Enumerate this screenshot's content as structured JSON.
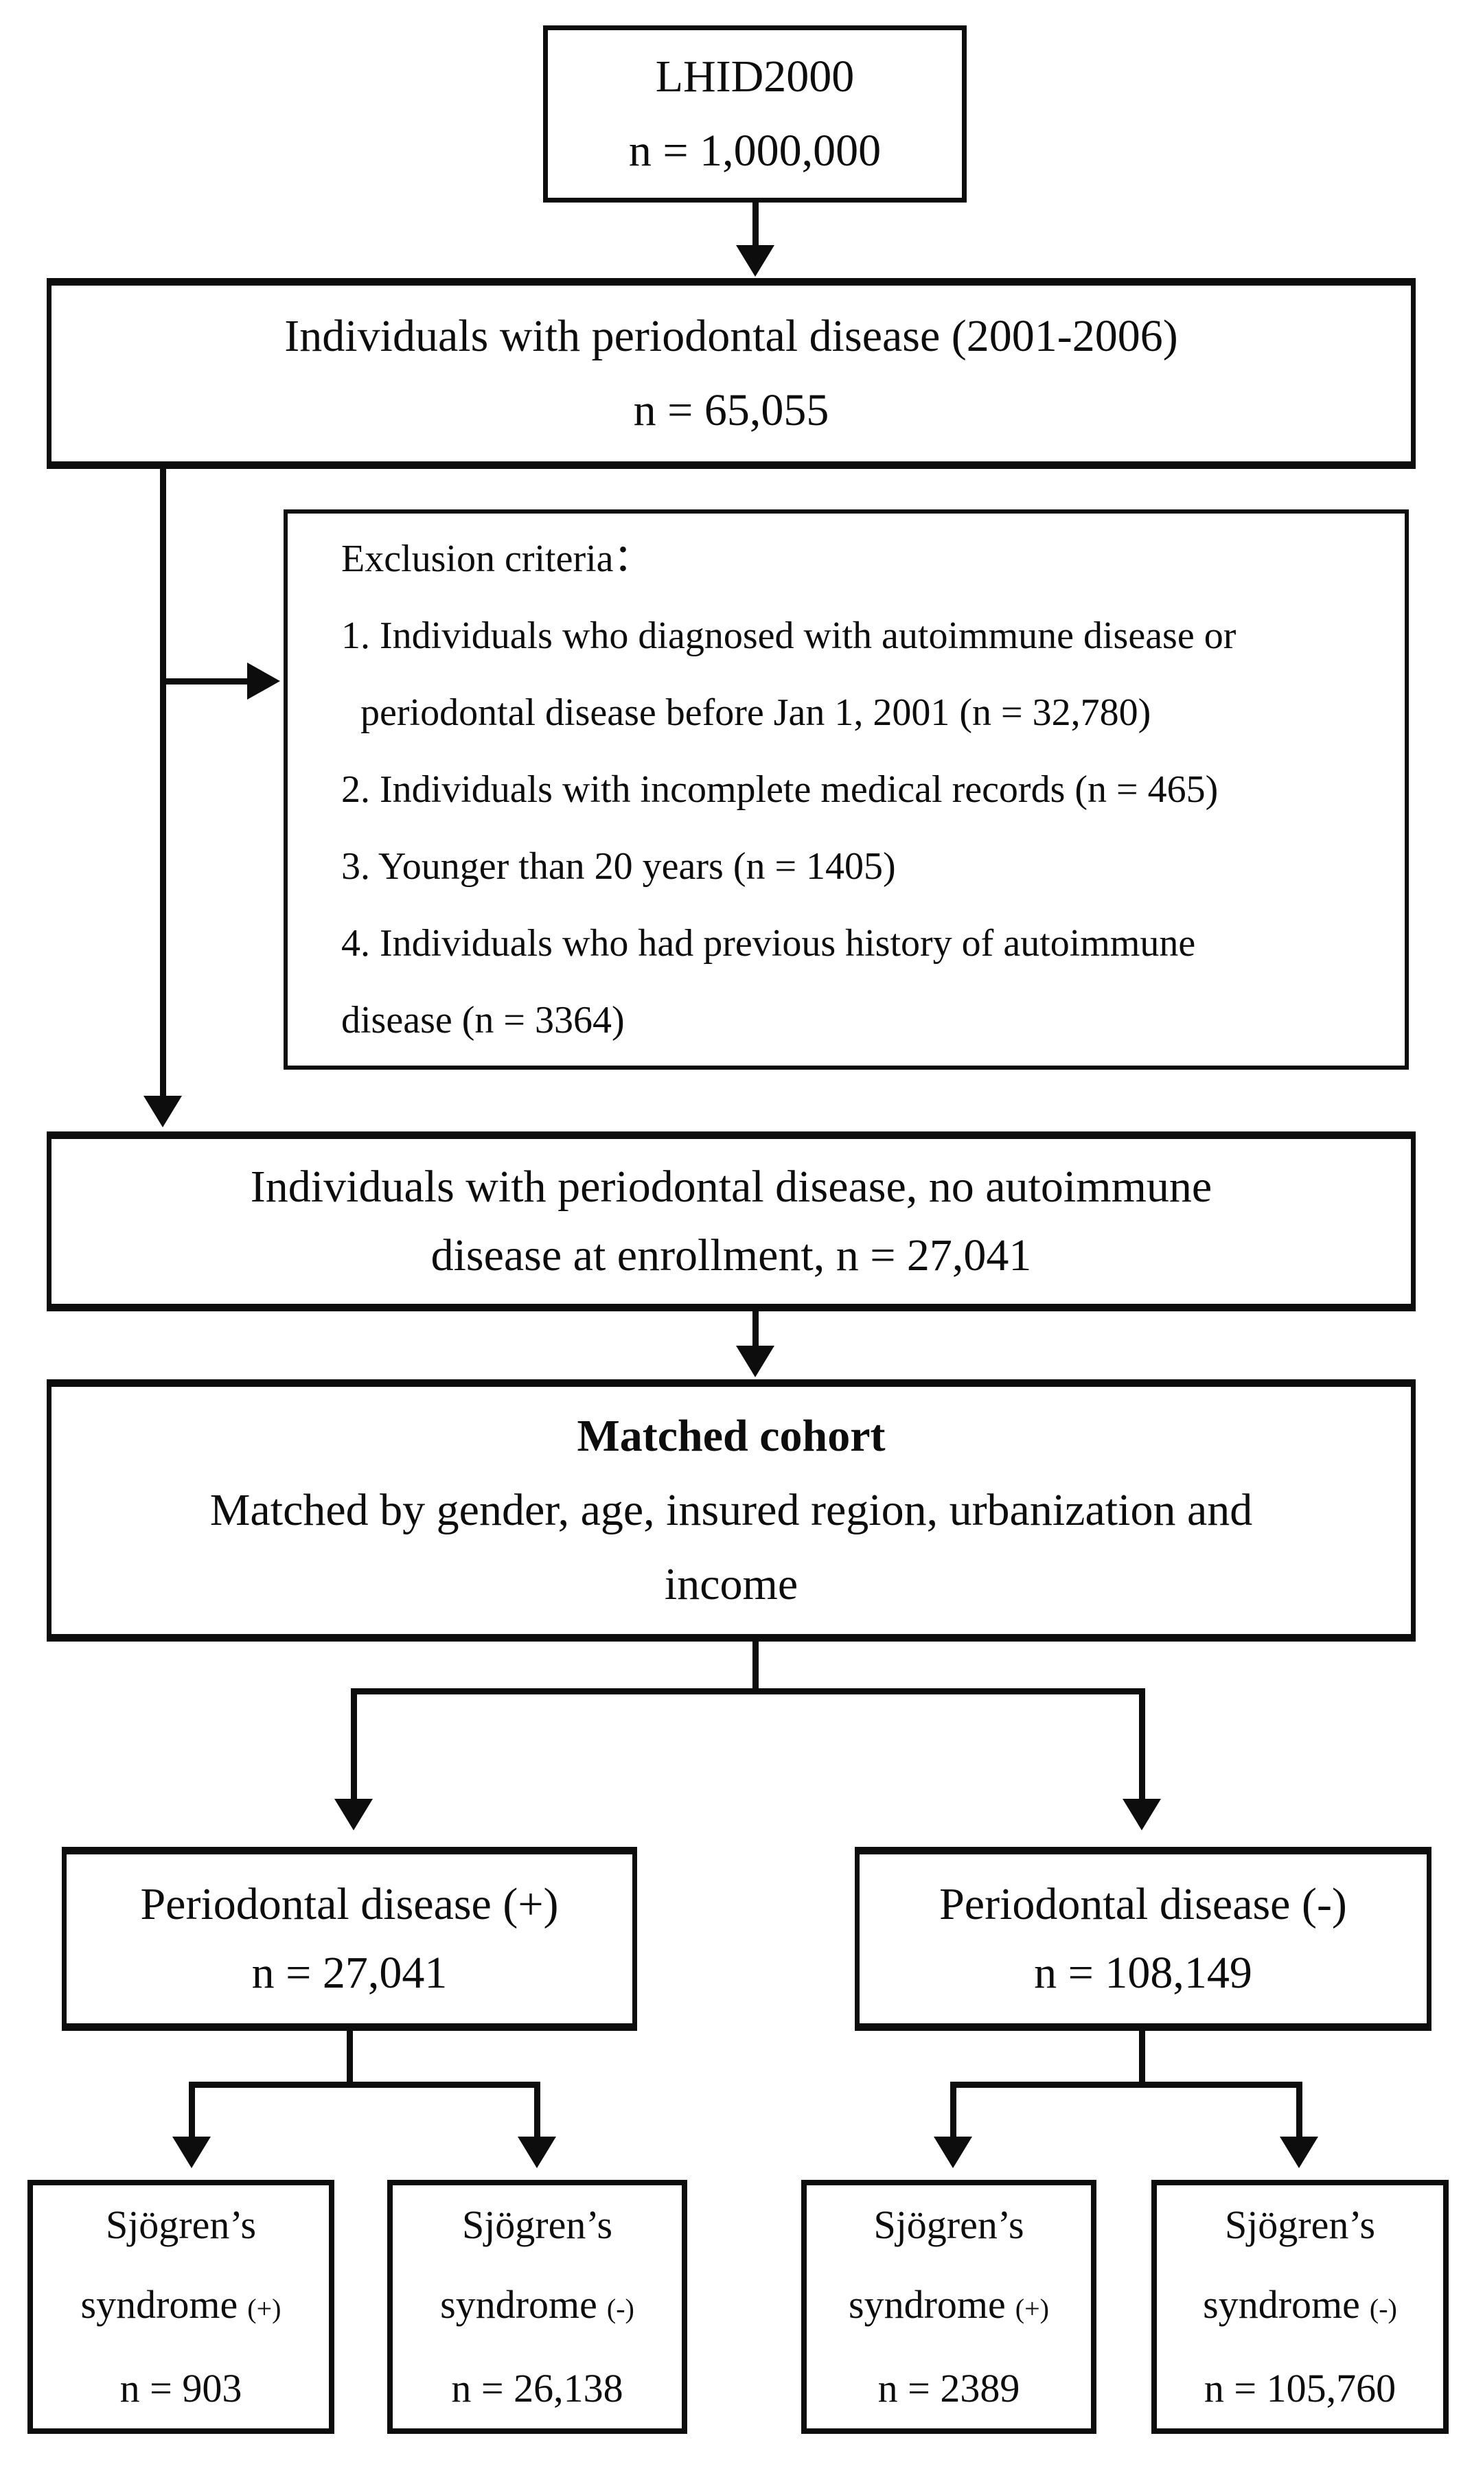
{
  "figure": {
    "background": "#ffffff",
    "line_color": "#0d0d0d",
    "type": "cohort-selection-flowchart"
  },
  "boxes": {
    "lhid": {
      "line1": "LHID2000",
      "line2": "n = 1,000,000"
    },
    "pd_initial": {
      "line1": "Individuals with periodontal disease (2001-2006)",
      "line2": "n = 65,055"
    },
    "exclusion": {
      "lines": [
        "Exclusion criteria：",
        "1. Individuals who diagnosed with autoimmune disease or",
        "periodontal disease before Jan 1, 2001 (n = 32,780)",
        "2. Individuals with incomplete medical records (n = 465)",
        "3. Younger than 20 years (n = 1405)",
        "4. Individuals who had previous history of autoimmune",
        "disease (n = 3364)"
      ]
    },
    "pd_no_autoimmune": {
      "line1": "Individuals with periodontal disease, no autoimmune",
      "line2": "disease at enrollment, n = 27,041"
    },
    "matched_cohort": {
      "title": "Matched cohort",
      "line2": "Matched by gender, age, insured region, urbanization and",
      "line3": "income"
    },
    "pd_positive": {
      "line1": "Periodontal disease (+)",
      "line2": "n = 27,041"
    },
    "pd_negative": {
      "line1": "Periodontal disease (-)",
      "line2": "n = 108,149"
    },
    "ss_pos_pos": {
      "line1": "Sjögren’s",
      "line2": "syndrome",
      "suffix": "(+)",
      "line3": "n = 903"
    },
    "ss_pos_neg": {
      "line1": "Sjögren’s",
      "line2": "syndrome",
      "suffix": "(-)",
      "line3": "n = 26,138"
    },
    "ss_neg_pos": {
      "line1": "Sjögren’s",
      "line2": "syndrome",
      "suffix": "(+)",
      "line3": "n = 2389"
    },
    "ss_neg_neg": {
      "line1": "Sjögren’s",
      "line2": "syndrome",
      "suffix": "(-)",
      "line3": "n = 105,760"
    }
  }
}
